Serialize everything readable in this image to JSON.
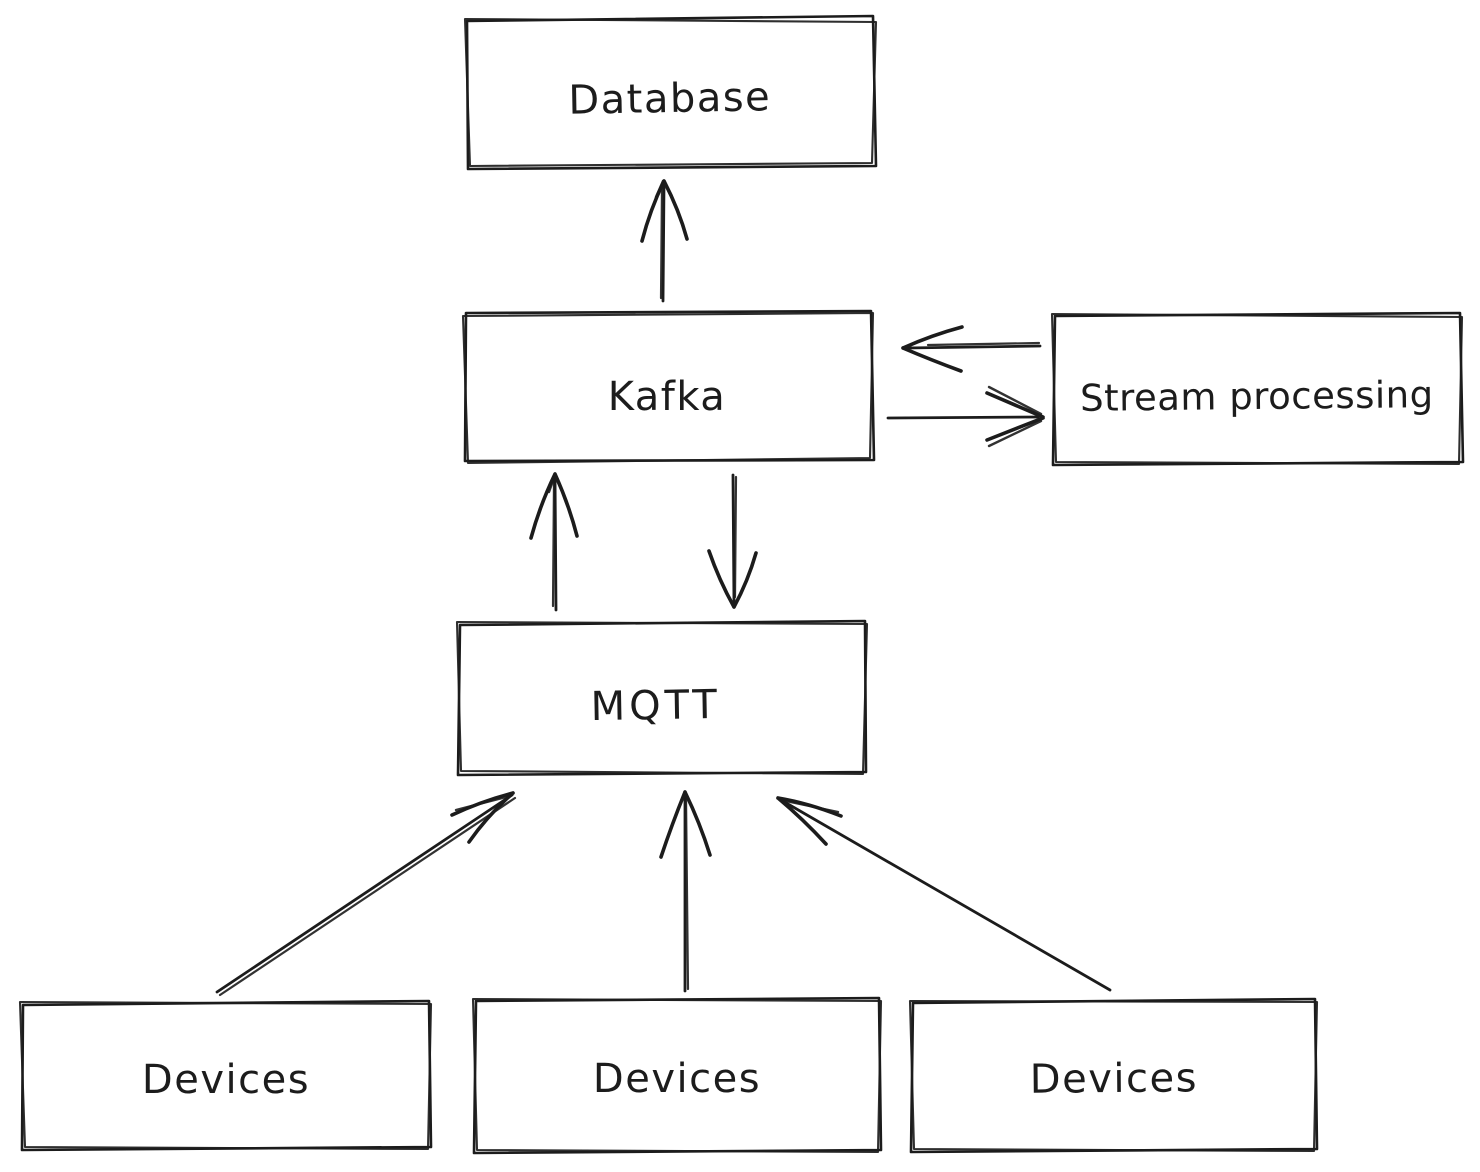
{
  "diagram": {
    "style": "hand-drawn sketch",
    "background_color": "#ffffff",
    "stroke_color": "#1c1c1c",
    "nodes": {
      "database": {
        "label": "Database"
      },
      "kafka": {
        "label": "Kafka"
      },
      "stream_processing": {
        "label": "Stream processing"
      },
      "mqtt": {
        "label": "MQTT"
      },
      "devices_left": {
        "label": "Devices"
      },
      "devices_middle": {
        "label": "Devices"
      },
      "devices_right": {
        "label": "Devices"
      }
    },
    "edges": [
      {
        "from": "kafka",
        "to": "database",
        "direction": "up"
      },
      {
        "from": "stream_processing",
        "to": "kafka",
        "direction": "left"
      },
      {
        "from": "kafka",
        "to": "stream_processing",
        "direction": "right"
      },
      {
        "from": "mqtt",
        "to": "kafka",
        "direction": "up"
      },
      {
        "from": "kafka",
        "to": "mqtt",
        "direction": "down"
      },
      {
        "from": "devices_left",
        "to": "mqtt",
        "direction": "up-right"
      },
      {
        "from": "devices_middle",
        "to": "mqtt",
        "direction": "up"
      },
      {
        "from": "devices_right",
        "to": "mqtt",
        "direction": "up-left"
      }
    ]
  }
}
